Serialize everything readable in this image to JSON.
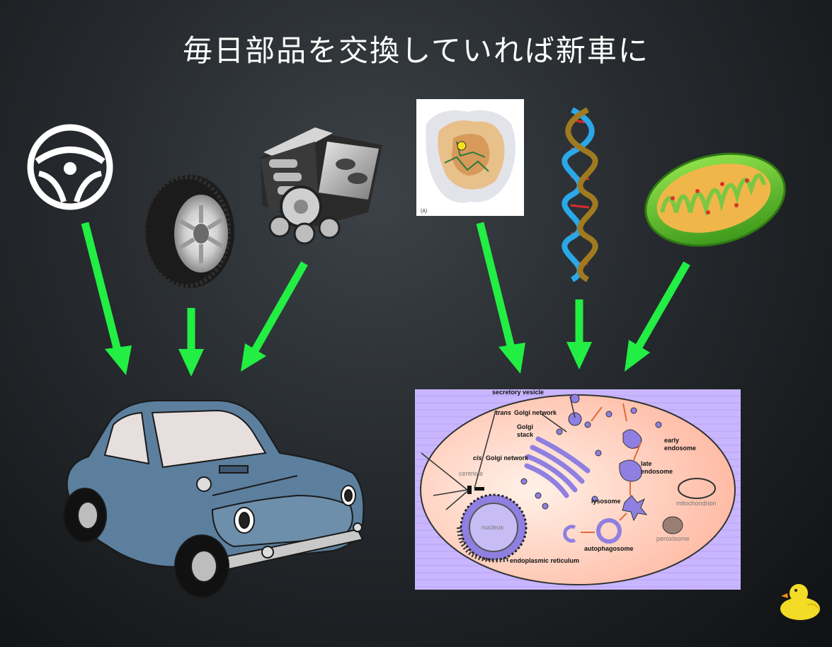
{
  "title": "毎日部品を交換していれば新車に",
  "car_parts": {
    "steering_wheel": "steering-wheel-icon",
    "tire": "tire-icon",
    "engine": "engine-icon"
  },
  "cell_parts": {
    "protein": "protein-structure-icon",
    "protein_panel_label": "(A)",
    "dna": "dna-helix-icon",
    "mitochondrion": "mitochondrion-icon"
  },
  "cell_labels": {
    "secretory_vesicle": "secretory vesicle",
    "trans_prefix": "trans",
    "trans_golgi": "Golgi network",
    "golgi_stack_1": "Golgi",
    "golgi_stack_2": "stack",
    "cis_prefix": "cis",
    "cis_golgi": "Golgi network",
    "centriole": "centriole",
    "early_endosome_1": "early",
    "early_endosome_2": "endosome",
    "late_endosome_1": "late",
    "late_endosome_2": "endosome",
    "mitochondrion": "mitochondrion",
    "lysosome": "lysosome",
    "nucleus": "nucleus",
    "autophagosome": "autophagosome",
    "peroxisome": "peroxisome",
    "er": "endoplasmic reticulum"
  },
  "colors": {
    "arrow": "#22ee44",
    "car_body": "#5c7f9e",
    "cell_bg": "#c9b6ff",
    "cytoplasm": "#ffd9c8",
    "organelle": "#8f7fe0"
  }
}
